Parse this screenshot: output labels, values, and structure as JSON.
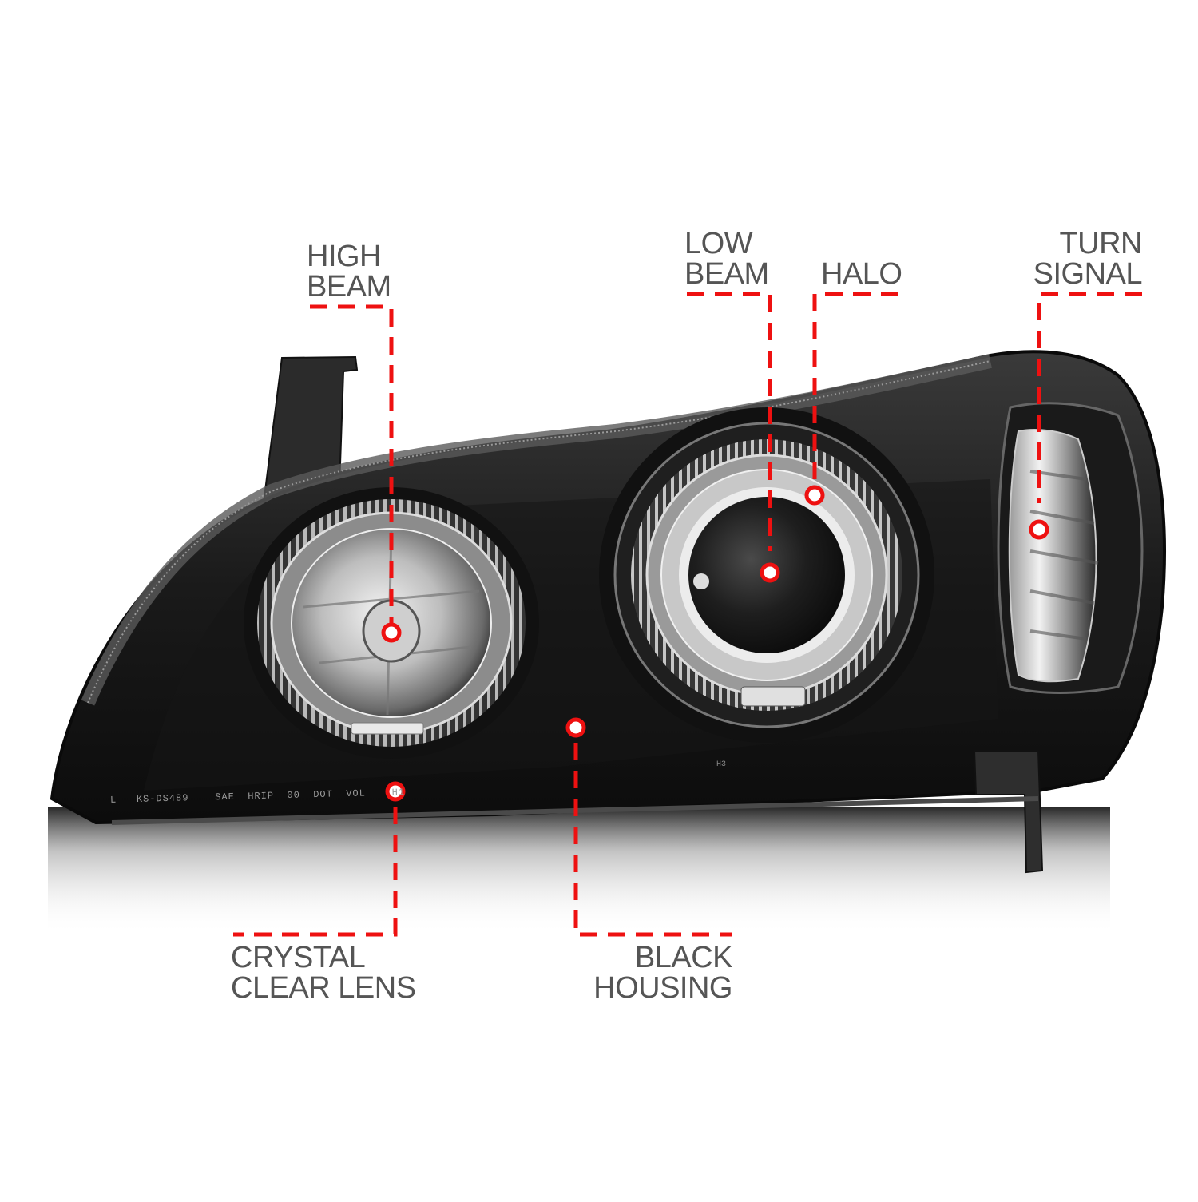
{
  "product": {
    "name": "headlight",
    "lens_imprint": [
      "L",
      "KS-DS489",
      "SAE",
      "HRIP",
      "00",
      "DOT",
      "VOL",
      "H1"
    ],
    "lens_imprint_right": "H3"
  },
  "callouts": {
    "high_beam": {
      "line1": "HIGH",
      "line2": "BEAM"
    },
    "low_beam": {
      "line1": "LOW",
      "line2": "BEAM"
    },
    "halo": {
      "line1": "HALO"
    },
    "turn_signal": {
      "line1": "TURN",
      "line2": "SIGNAL"
    },
    "crystal_clear_lens": {
      "line1": "CRYSTAL",
      "line2": "CLEAR LENS"
    },
    "black_housing": {
      "line1": "BLACK",
      "line2": "HOUSING"
    }
  },
  "colors": {
    "accent": "#ee1111",
    "label_text": "#555555",
    "housing": "#1c1c1c",
    "background": "#ffffff"
  }
}
